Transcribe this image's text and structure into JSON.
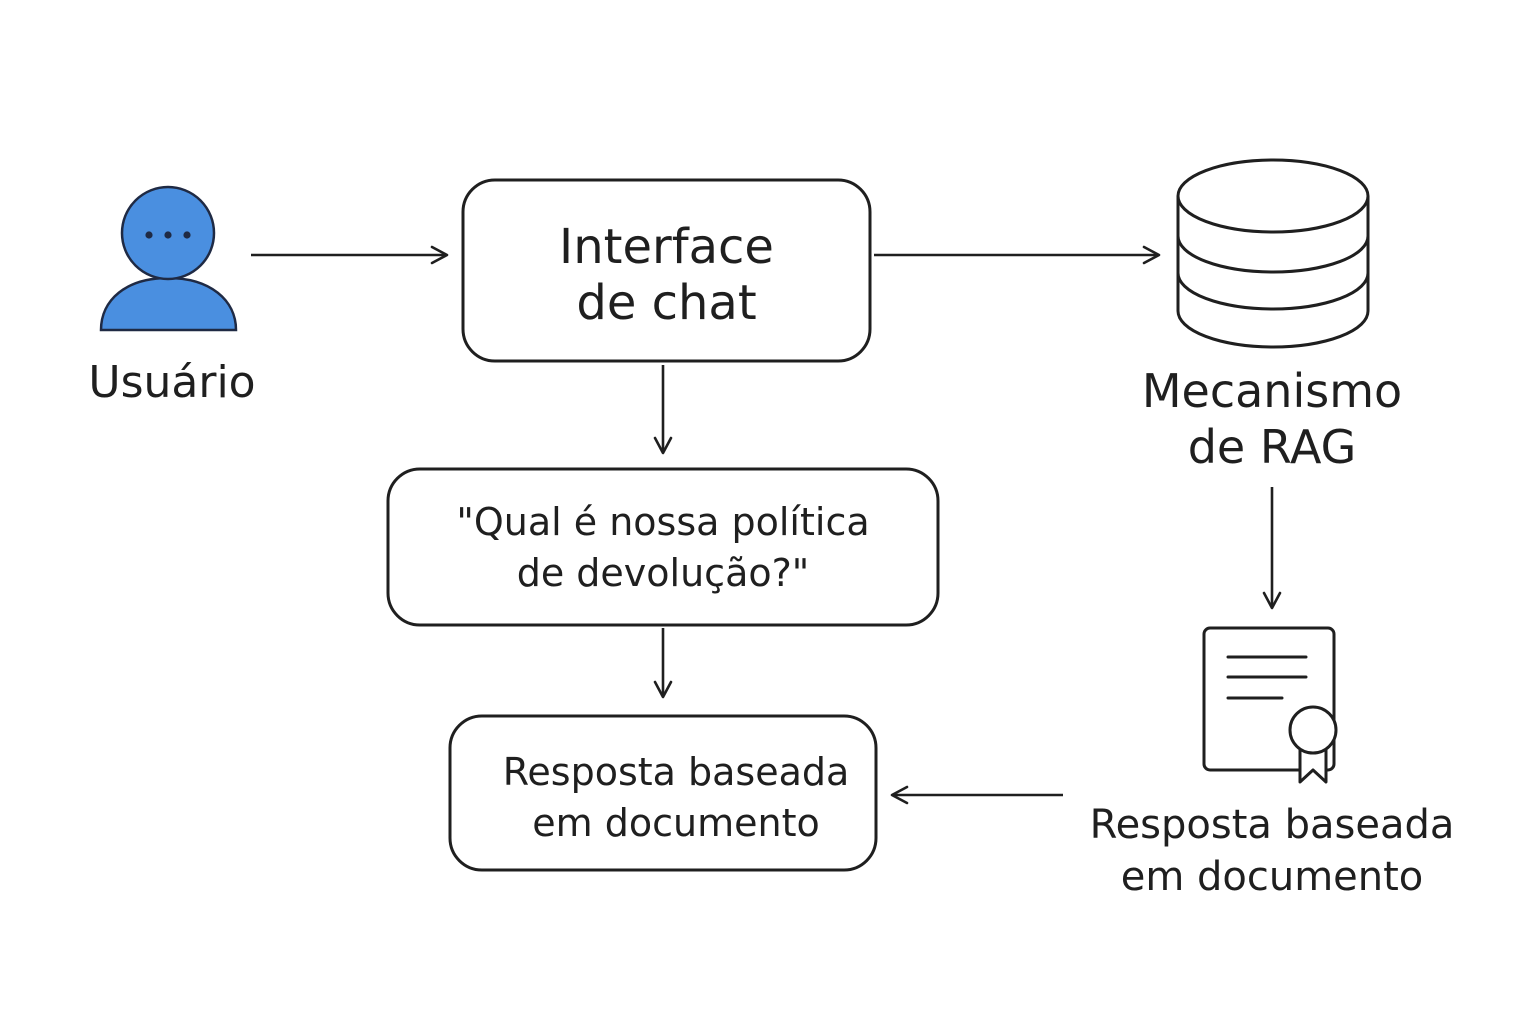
{
  "nodes": {
    "user": {
      "label": "Usuário",
      "color": "#4a8fe0"
    },
    "chat_interface": {
      "line1": "Interface",
      "line2": "de chat"
    },
    "rag_engine": {
      "line1": "Mecanismo",
      "line2": "de RAG"
    },
    "question": {
      "line1": "\"Qual é nossa política",
      "line2": "de devolução?\""
    },
    "answer_box": {
      "line1": "Resposta baseada",
      "line2": "em documento"
    },
    "document": {
      "line1": "Resposta baseada",
      "line2": "em documento"
    }
  }
}
